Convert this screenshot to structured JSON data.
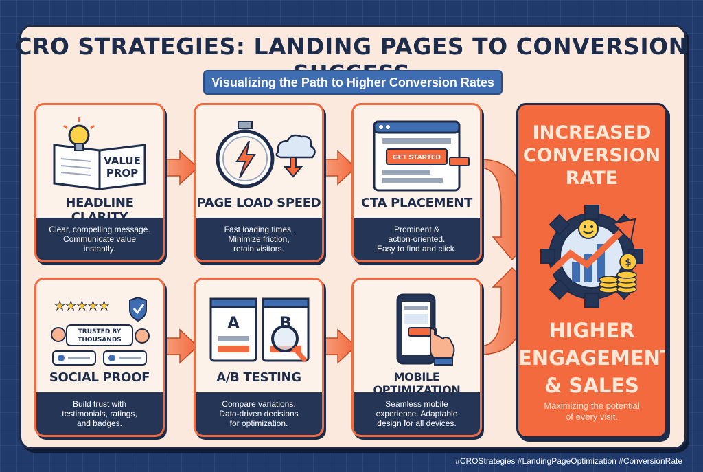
{
  "title": "CRO STRATEGIES: LANDING PAGES TO CONVERSION SUCCESS",
  "subtitle": "Visualizing the Path to Higher Conversion Rates",
  "cards": [
    {
      "heading": "HEADLINE CLARITY",
      "icon_label_1": "VALUE",
      "icon_label_2": "PROP",
      "desc": [
        "Clear, compelling message.",
        "Communicate value",
        "instantly."
      ],
      "icon": "book-lightbulb-icon"
    },
    {
      "heading": "PAGE LOAD SPEED",
      "desc": [
        "Fast loading times.",
        "Minimize friction,",
        "retain visitors."
      ],
      "icon": "stopwatch-icon"
    },
    {
      "heading": "CTA PLACEMENT",
      "icon_label_1": "GET STARTED",
      "desc": [
        "Prominent &",
        "action-oriented.",
        "Easy to find and click."
      ],
      "icon": "browser-cta-icon"
    },
    {
      "heading": "SOCIAL PROOF",
      "icon_label_1": "TRUSTED BY",
      "icon_label_2": "THOUSANDS",
      "stars": "★★★★★",
      "desc": [
        "Build trust with",
        "testimonials, ratings,",
        "and badges."
      ],
      "icon": "reviews-icon"
    },
    {
      "heading": "A/B TESTING",
      "icon_label_1": "A",
      "icon_label_2": "B",
      "desc": [
        "Compare variations.",
        "Data-driven decisions",
        "for optimization."
      ],
      "icon": "ab-test-icon"
    },
    {
      "heading": "MOBILE OPTIMIZATION",
      "desc": [
        "Seamless mobile",
        "experience. Adaptable",
        "design for all devices."
      ],
      "icon": "smartphone-tap-icon"
    }
  ],
  "result": {
    "title": [
      "INCREASED",
      "CONVERSION",
      "RATE"
    ],
    "subtitle": [
      "HIGHER",
      "ENGAGEMENT",
      "& SALES"
    ],
    "desc": [
      "Maximizing the potential",
      "of every visit."
    ],
    "icon": "gear-growth-chart-icon",
    "coin_symbol": "$"
  },
  "hashtags": "#CROStrategies #LandingPageOptimization #ConversionRate",
  "colors": {
    "accent": "#f26a3e",
    "navy": "#1c2c4a",
    "blue": "#3f6db2",
    "card_bg": "#fdf2ea"
  }
}
